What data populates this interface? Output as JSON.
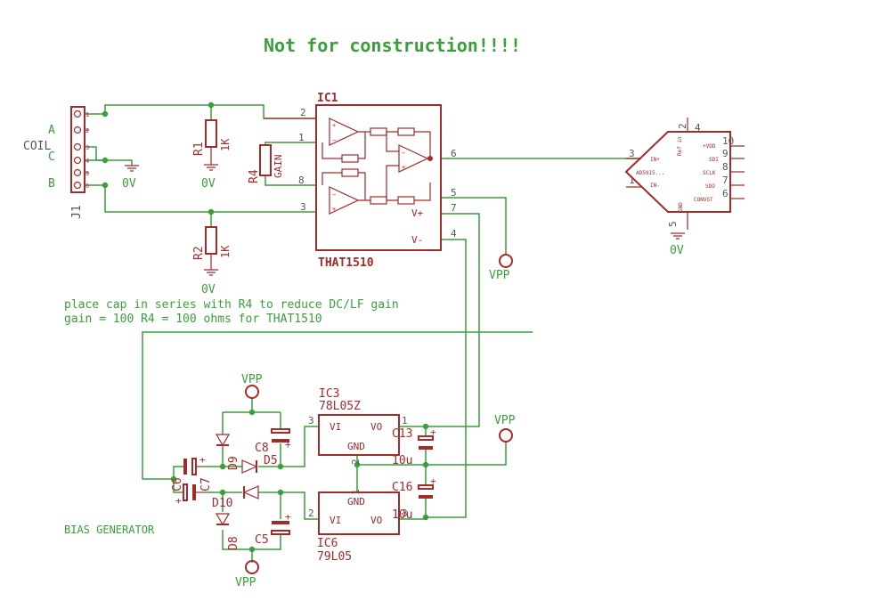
{
  "title": "Not for construction!!!!",
  "notes": [
    "place cap in series with R4 to reduce DC/LF gain",
    "gain = 100 R4 = 100 ohms for THAT1510"
  ],
  "bias_label": "BIAS GENERATOR",
  "connector": {
    "name": "J1",
    "label": "COIL",
    "pins": [
      "A",
      "C",
      "B"
    ],
    "pin_numbers": [
      "1",
      "2",
      "3",
      "4",
      "5",
      "6"
    ]
  },
  "components": {
    "r1": {
      "name": "R1",
      "value": "1K"
    },
    "r2": {
      "name": "R2",
      "value": "1K"
    },
    "r4": {
      "name": "R4",
      "value": "GAIN"
    },
    "ic1": {
      "name": "IC1",
      "part": "THAT1510",
      "pins": [
        "2",
        "1",
        "8",
        "3",
        "6",
        "5",
        "7",
        "4"
      ],
      "pin_labels": [
        "V+",
        "V-"
      ]
    },
    "adc": {
      "part": "AD5915...",
      "pins": [
        "IN+",
        "IN-",
        "Ref in",
        "+VDD",
        "SDI",
        "SCLK",
        "SDO",
        "CONVST",
        "GND"
      ],
      "pin_numbers": [
        "3",
        "1",
        "2",
        "10",
        "9",
        "8",
        "7",
        "6",
        "5",
        "4"
      ]
    },
    "ic3": {
      "name": "IC3",
      "part": "78L05Z",
      "pins": [
        "VI",
        "VO",
        "GND"
      ],
      "pin_numbers": [
        "3",
        "1",
        "2"
      ]
    },
    "ic6": {
      "name": "IC6",
      "part": "79L05",
      "pins": [
        "VI",
        "VO",
        "GND"
      ],
      "pin_numbers": [
        "2",
        "3",
        "1"
      ]
    },
    "c13": {
      "name": "C13",
      "value": "10u"
    },
    "c16": {
      "name": "C16",
      "value": "10u"
    },
    "c5": {
      "name": "C5"
    },
    "c6": {
      "name": "C6"
    },
    "c7": {
      "name": "C7"
    },
    "c8": {
      "name": "C8"
    },
    "d5": {
      "name": "D5"
    },
    "d8": {
      "name": "D8"
    },
    "d9": {
      "name": "D9"
    },
    "d10": {
      "name": "D10"
    }
  },
  "supplies": {
    "vpp": "VPP",
    "gnd": "0V",
    "plus": "+"
  },
  "colors": {
    "wire": "#3a9e3a",
    "part": "#a52a2a",
    "label": "#555555"
  }
}
